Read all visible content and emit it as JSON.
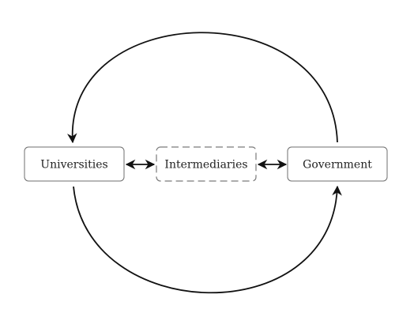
{
  "diagram": {
    "nodes": {
      "universities": {
        "label": "Universities",
        "style": "solid"
      },
      "intermediaries": {
        "label": "Intermediaries",
        "style": "dashed"
      },
      "government": {
        "label": "Government",
        "style": "solid"
      }
    },
    "edges": [
      {
        "from": "universities",
        "to": "intermediaries",
        "direction": "both"
      },
      {
        "from": "intermediaries",
        "to": "government",
        "direction": "both"
      },
      {
        "from": "government",
        "to": "universities",
        "direction": "forward",
        "route": "top-arc"
      },
      {
        "from": "universities",
        "to": "government",
        "direction": "forward",
        "route": "bottom-arc"
      }
    ]
  }
}
